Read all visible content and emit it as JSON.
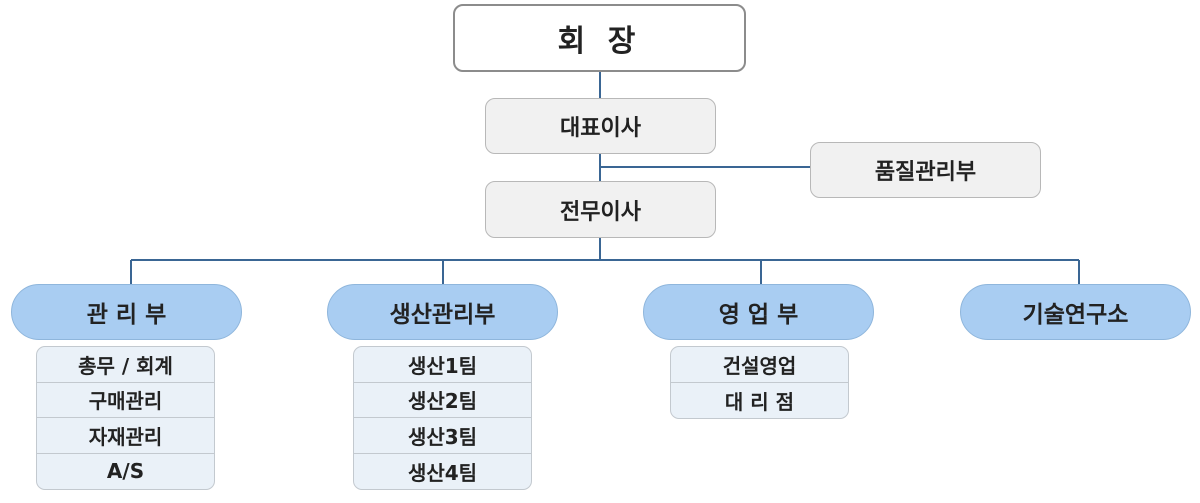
{
  "chairman": "회 장",
  "ceo": "대표이사",
  "quality": "품질관리부",
  "managing": "전무이사",
  "departments": [
    {
      "name": "관 리 부",
      "teams": [
        "총무 / 회계",
        "구매관리",
        "자재관리",
        "A/S"
      ]
    },
    {
      "name": "생산관리부",
      "teams": [
        "생산1팀",
        "생산2팀",
        "생산3팀",
        "생산4팀"
      ]
    },
    {
      "name": "영 업 부",
      "teams": [
        "건설영업",
        "대 리 점"
      ]
    },
    {
      "name": "기술연구소",
      "teams": []
    }
  ],
  "colors": {
    "line": "#3a6694",
    "dept_fill": "#a9cdf2",
    "team_fill": "#eaf1f8",
    "exec_fill": "#f1f1f1"
  }
}
